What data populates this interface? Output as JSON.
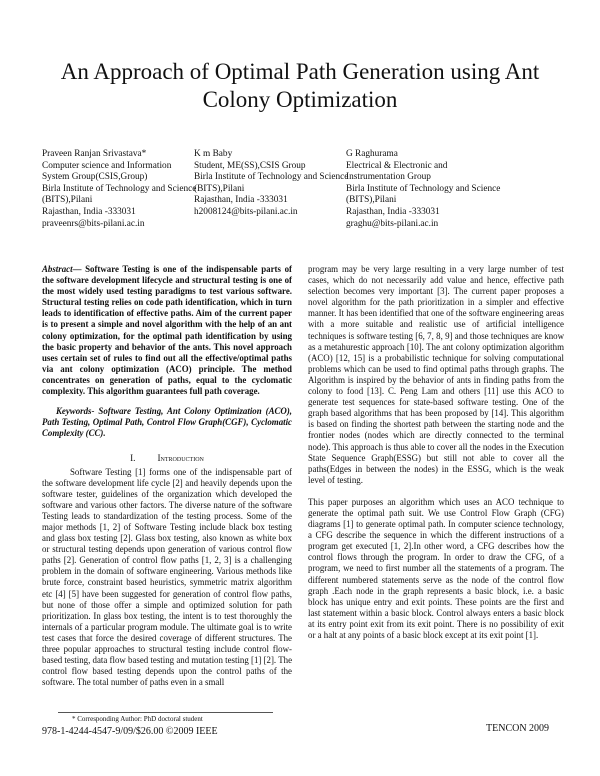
{
  "title": "An Approach of Optimal Path Generation using Ant Colony Optimization",
  "authors": [
    {
      "lines": [
        "Praveen Ranjan Srivastava*",
        "Computer science and Information",
        "System  Group(CSIS,Group)",
        "Birla Institute of Technology and Science",
        "(BITS),Pilani",
        "Rajasthan, India -333031",
        "praveenrs@bits-pilani.ac.in"
      ]
    },
    {
      "lines": [
        "K m Baby",
        "Student, ME(SS),CSIS Group",
        "Birla Institute of Technology and Science",
        "(BITS),Pilani",
        "Rajasthan, India -333031",
        "h2008124@bits-pilani.ac.in"
      ]
    },
    {
      "lines": [
        "G Raghurama",
        "Electrical & Electronic and",
        "Instrumentation Group",
        "Birla Institute of Technology and Science",
        "(BITS),Pilani",
        "Rajasthan, India -333031",
        "graghu@bits-pilani.ac.in"
      ]
    }
  ],
  "abstract": {
    "label": "Abstract",
    "text": "— Software Testing is one of the indispensable parts of the software development lifecycle and structural testing is one of the most widely used testing paradigms to test various software. Structural testing relies on code path identification, which in turn leads to identification of effective paths.  Aim of the current paper is to present a simple and novel algorithm with the help of an ant colony optimization, for the optimal path identification by using the basic property and behavior of the ants. This novel approach uses certain set of rules to find out all the effective/optimal paths via ant colony optimization (ACO) principle. The method concentrates on generation of paths, equal to the cyclomatic complexity. This algorithm guarantees full path coverage."
  },
  "keywords": "Keywords- Software Testing, Ant Colony Optimization (ACO), Path Testing, Optimal Path, Control Flow Graph(CGF), Cyclomatic Complexity (CC).",
  "section": {
    "number": "I.",
    "title": "Introduction"
  },
  "left_body": "Software Testing [1] forms one of the indispensable part of the software development life cycle [2] and heavily depends upon the software tester, guidelines of the organization which developed the software and various other factors. The diverse nature of the software Testing leads to standardization of the testing process. Some of the major methods [1, 2] of Software Testing include black box testing and glass box testing [2]. Glass box testing, also known as white box or structural testing depends upon generation of various control flow paths [2]. Generation of control flow paths [1, 2, 3] is a challenging problem in the domain of software engineering. Various methods like brute force, constraint based heuristics, symmetric matrix algorithm etc [4] [5] have been suggested for generation of control flow paths, but none of those offer a simple and optimized solution for path prioritization. In glass box testing, the intent is to test thoroughly the internals of a particular program module. The ultimate goal is to write test cases that force the desired coverage of different structures. The three popular approaches to structural testing include control flow-based testing, data flow based testing and mutation testing [1] [2]. The control flow based testing depends upon the control paths of the software. The total number of paths even in a small",
  "right_body": [
    "program may be very large resulting in a very large number of test cases, which do not necessarily add value and hence, effective path selection becomes very important [3]. The current paper proposes a novel algorithm for the path prioritization in a simpler and effective manner. It has been identified that one of the software engineering areas with a more suitable and realistic use of artificial intelligence techniques is software testing [6, 7, 8, 9] and those techniques are know as a metahurestic approach [10]. The ant colony optimization algorithm (ACO) [12, 15] is a probabilistic technique for solving computational problems which can be used to find optimal paths through graphs. The Algorithm is inspired by the behavior of ants in finding paths from the colony to food [13]. C. Peng Lam and others [11] use this ACO to generate test sequences for state-based software testing. One of the graph based algorithms that has been proposed by [14]. This algorithm is based on finding the shortest path between the starting node and the frontier nodes (nodes which are directly connected to the terminal node). This approach is thus able to cover all the nodes in the Execution State Sequence Graph(ESSG) but still not able to cover all the paths(Edges in between the nodes) in the ESSG, which is the weak level of testing.",
    "This paper purposes an algorithm which uses an ACO technique to generate the optimal path suit. We use Control Flow Graph (CFG) diagrams [1] to generate optimal path. In computer science technology, a CFG describe the sequence in which the different instructions of a program get executed [1, 2].In other word, a CFG describes how the control flows through the program. In order to draw the CFG, of a program, we need to first number all the statements of a program. The different numbered statements serve as the node of the control flow graph .Each node in the graph represents a basic block, i.e. a basic block has unique entry and exit points. These points are the first and last statement within a basic block. Control always enters a basic block at its entry point exit from its exit point. There is no possibility of exit or a halt at any points of a basic block except at its exit point [1]."
  ],
  "footnote": "* Corresponding Author: PhD doctoral student",
  "isbn": "978-1-4244-4547-9/09/$26.00 ©2009 IEEE",
  "conference": "TENCON 2009"
}
